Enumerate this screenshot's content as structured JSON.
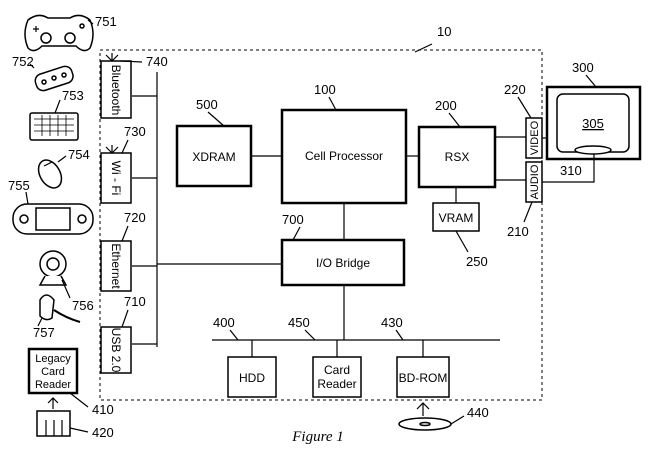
{
  "system_ref": "10",
  "blocks": {
    "cell_processor": {
      "label": "Cell Processor",
      "ref": "100"
    },
    "rsx": {
      "label": "RSX",
      "ref": "200"
    },
    "xdram": {
      "label": "XDRAM",
      "ref": "500"
    },
    "vram": {
      "label": "VRAM",
      "ref": "250"
    },
    "io_bridge": {
      "label": "I/O Bridge",
      "ref": "700"
    },
    "hdd": {
      "label": "HDD",
      "ref": "400"
    },
    "card_reader": {
      "label_line1": "Card",
      "label_line2": "Reader",
      "ref": "450"
    },
    "bd_rom": {
      "label": "BD-ROM",
      "ref": "430"
    },
    "bluetooth": {
      "label": "Bluetooth",
      "ref": "740"
    },
    "wifi": {
      "label": "Wi - Fi",
      "ref": "730"
    },
    "ethernet": {
      "label": "Ethernet",
      "ref": "720"
    },
    "usb": {
      "label": "USB 2.0",
      "ref": "710"
    },
    "video": {
      "label": "VIDEO",
      "ref": "220"
    },
    "audio": {
      "label": "AUDIO",
      "ref": "210"
    },
    "display": {
      "ref": "300",
      "screen_ref": "305",
      "speaker_ref": "310"
    },
    "legacy_card_reader": {
      "label_line1": "Legacy",
      "label_line2": "Card",
      "label_line3": "Reader",
      "ref": "410"
    },
    "memory_card": {
      "ref": "420"
    },
    "disc": {
      "ref": "440"
    }
  },
  "peripherals": {
    "gamepad": "751",
    "remote": "752",
    "keyboard": "753",
    "mouse": "754",
    "handheld": "755",
    "camera": "756",
    "headset": "757"
  },
  "caption": "Figure 1"
}
